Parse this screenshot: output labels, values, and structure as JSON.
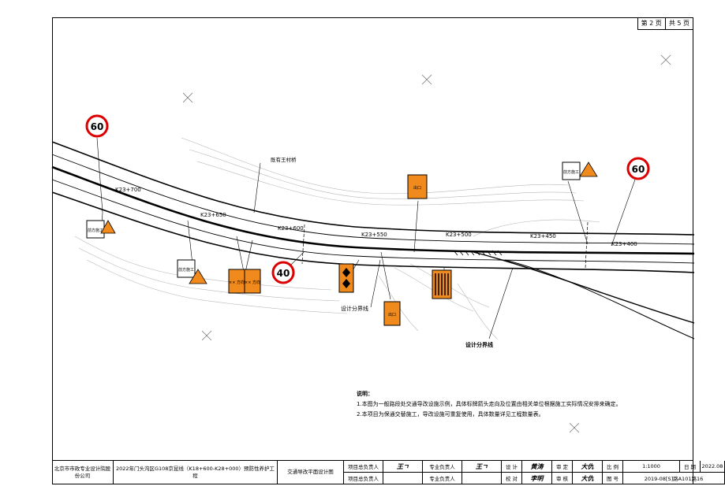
{
  "page": {
    "current": "第 2 页",
    "total": "共 5 页"
  },
  "sheet": {
    "org": "北京市市政专业设计院股份公司",
    "project": "2022年门头沟区G108京昆线（K18+600-K28+000）预防性养护工程",
    "drawing_title": "交通导改平面设计图",
    "proj_lead_label": "项目总负责人",
    "prof_lead_label": "专业负责人",
    "design_label": "设  计",
    "check_label": "校  对",
    "review_label": "审  定",
    "audit_label": "审  核",
    "scale_label": "比  例",
    "scale": "1:1000",
    "date_label": "日  期",
    "date": "2022.08",
    "drawing_no_label": "图  号",
    "drawing_no": "2019-08[S]路A101路16",
    "sig_a": "王ㄱ",
    "sig_b": "王ㄱ",
    "sig_design": "黄涛",
    "sig_check": "李明",
    "sig_review": "大仇",
    "sig_audit": "大仇"
  },
  "drawing": {
    "stations": [
      "K23+700",
      "K23+650",
      "K23+600",
      "K23+550",
      "K23+500",
      "K23+450",
      "K23+400"
    ],
    "bridge_label": "既有王村桥",
    "boundary_label": "设计分界线",
    "boundary_label_2": "设计分界线",
    "speed_1": "60",
    "speed_2": "40",
    "speed_3": "60",
    "sign_work_ahead_1": "前方施工",
    "sign_work_ahead_2": "前方施工",
    "sign_work_ahead_3": "前方施工",
    "sign_detour_1": "×× 方向",
    "sign_detour_2": "×× 方向",
    "sign_exit_1": "出口",
    "sign_exit_2": "出口"
  },
  "notes": {
    "title": "说明：",
    "line1": "1.本图为一般路段处交通导改设施示例，具体标牌箭头走向及位置由相关单位根据施工实际情况安排来确定。",
    "line2": "2.本项目为保通交替施工，导改设施可重复使用，具体数量详见工程数量表。"
  }
}
